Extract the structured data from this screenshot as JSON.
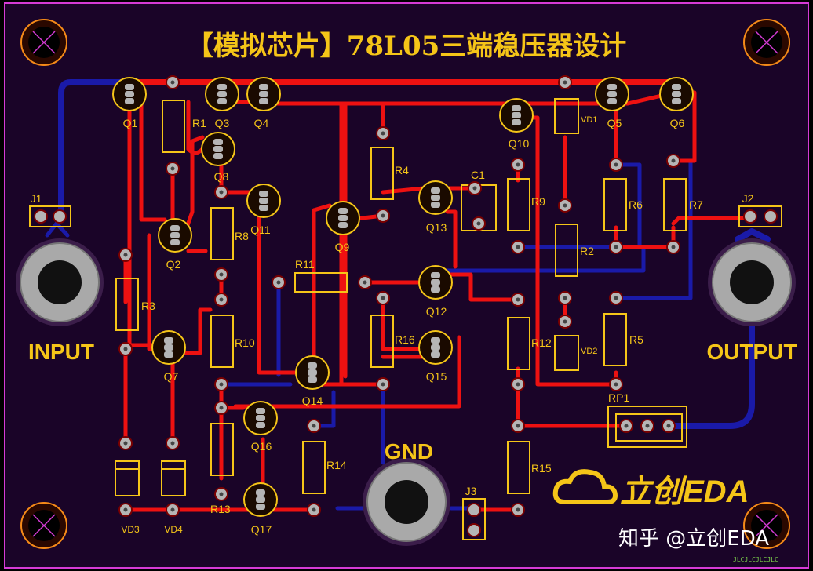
{
  "title": "【模拟芯片】78L05三端稳压器设计",
  "connectors": {
    "input": "INPUT",
    "output": "OUTPUT",
    "gnd": "GND"
  },
  "headers": [
    "J1",
    "J2",
    "J3"
  ],
  "transistors": [
    "Q1",
    "Q2",
    "Q3",
    "Q4",
    "Q5",
    "Q6",
    "Q7",
    "Q8",
    "Q9",
    "Q10",
    "Q11",
    "Q12",
    "Q13",
    "Q14",
    "Q15",
    "Q16",
    "Q17"
  ],
  "resistors": [
    "R1",
    "R2",
    "R3",
    "R4",
    "R5",
    "R6",
    "R7",
    "R8",
    "R9",
    "R10",
    "R11",
    "R12",
    "R13",
    "R14",
    "R15",
    "R16"
  ],
  "capacitors": [
    "C1"
  ],
  "diodes": [
    "VD1",
    "VD2",
    "VD3",
    "VD4"
  ],
  "potentiometer": "RP1",
  "brand": "立创EDA",
  "watermark": "知乎 @立创EDA",
  "small_mark": "JLCJLCJLCJLC",
  "colors": {
    "board": "#1a0428",
    "top_copper": "#ee1111",
    "bottom_copper": "#1a1aa8",
    "silkscreen": "#f5c518",
    "outline": "#d63bd6"
  }
}
